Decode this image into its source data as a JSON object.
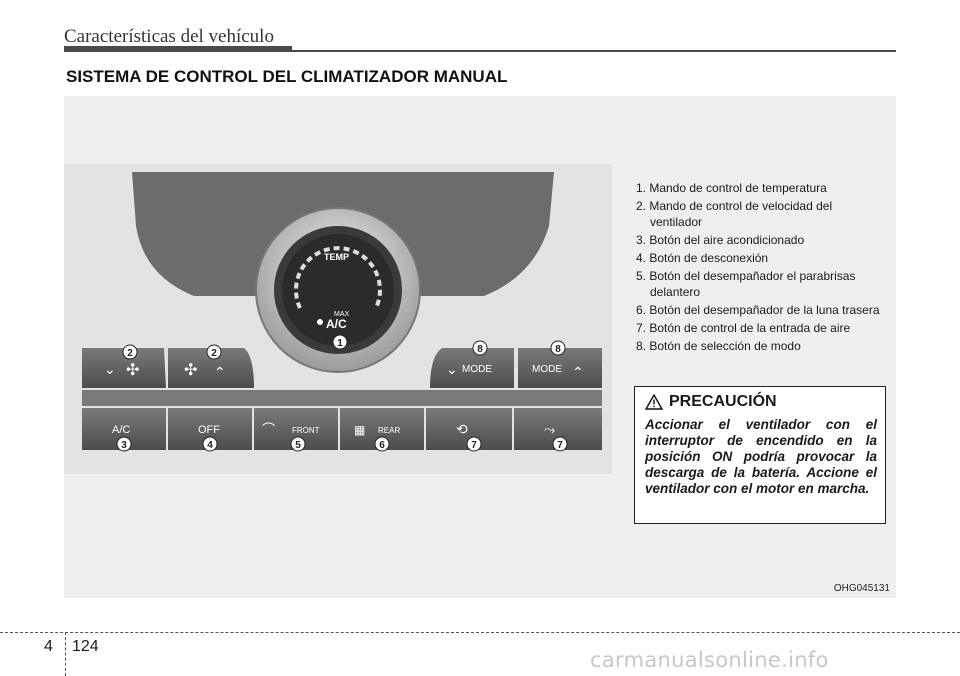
{
  "header": {
    "chapter": "Características del vehículo"
  },
  "section": {
    "title": "SISTEMA DE CONTROL DEL CLIMATIZADOR MANUAL"
  },
  "figure": {
    "code": "OHG045131",
    "dial": {
      "temp_label": "TEMP",
      "max_label": "MAX",
      "ac_label": "A/C"
    },
    "buttons": {
      "ac": "A/C",
      "off": "OFF",
      "front": "FRONT",
      "rear": "REAR",
      "mode_down": "MODE",
      "mode_up": "MODE"
    },
    "callouts": [
      "1",
      "2",
      "2",
      "8",
      "8",
      "3",
      "4",
      "5",
      "6",
      "7",
      "7"
    ]
  },
  "legend": [
    "1. Mando de control de temperatura",
    "2. Mando de control de velocidad del ventilador",
    "3. Botón del aire acondicionado",
    "4. Botón de desconexión",
    "5. Botón del desempañador el parabrisas delantero",
    "6. Botón del desempañador de la luna trasera",
    "7. Botón de control de la entrada de aire",
    "8. Botón de selección de modo"
  ],
  "caution": {
    "title": "PRECAUCIÓN",
    "text": "Accionar el ventilador con el interruptor de encendido en la posición ON podría provocar la descarga de la batería. Accione el ventilador con el motor en marcha."
  },
  "footer": {
    "section": "4",
    "page": "124"
  },
  "watermark": "carmanualsonline.info",
  "colors": {
    "panel": "#6b6b6b",
    "button": "#5a5a5a",
    "button_text": "#ffffff",
    "figure_bg": "#efefef"
  }
}
